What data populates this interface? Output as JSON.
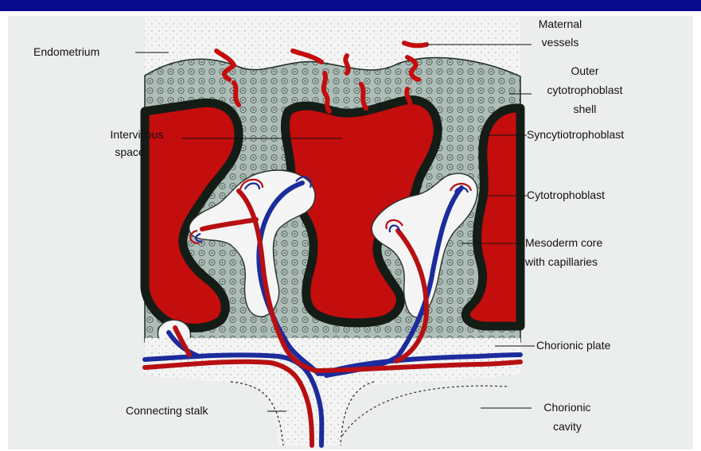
{
  "labels": {
    "endometrium": "Endometrium",
    "maternal_vessels_1": "Maternal",
    "maternal_vessels_2": "vessels",
    "outer_shell_1": "Outer",
    "outer_shell_2": "cytotrophoblast",
    "outer_shell_3": "shell",
    "intervillous_1": "Intervillous",
    "intervillous_2": "space",
    "syncytiotrophoblast": "Syncytiotrophoblast",
    "cytotrophoblast": "Cytotrophoblast",
    "mesoderm_1": "Mesoderm core",
    "mesoderm_2": "with capillaries",
    "chorionic_plate": "Chorionic plate",
    "connecting_stalk": "Connecting stalk",
    "chorionic_cavity_1": "Chorionic",
    "chorionic_cavity_2": "cavity"
  },
  "colors": {
    "top_bar": "#0a0a8c",
    "blood": "#c40d0d",
    "vein": "#1c2b9c",
    "syncytium": "#141c16",
    "cytotrophoblast": "#aebdb7"
  }
}
